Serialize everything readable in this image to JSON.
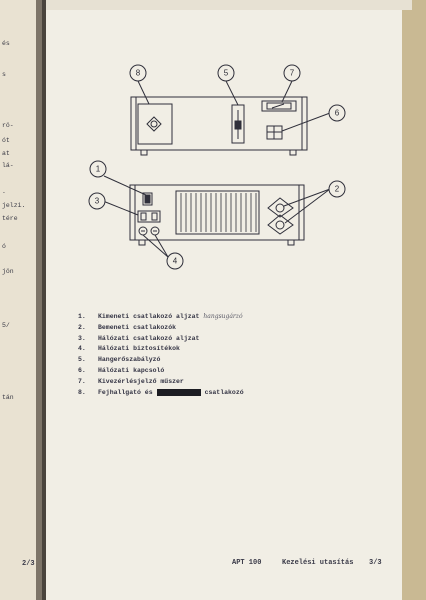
{
  "diagram": {
    "callouts": [
      "1",
      "2",
      "3",
      "4",
      "5",
      "6",
      "7",
      "8"
    ]
  },
  "legend": [
    {
      "num": "1.",
      "text": "Kimeneti csatlakozó aljzat",
      "note": "hangsugárzó"
    },
    {
      "num": "2.",
      "text": "Bemeneti csatlakozók"
    },
    {
      "num": "3.",
      "text": "Hálózati csatlakozó aljzat"
    },
    {
      "num": "4.",
      "text": "Hálózati biztosítékok"
    },
    {
      "num": "5.",
      "text": "Hangerőszabályzó"
    },
    {
      "num": "6.",
      "text": "Hálózati kapcsoló"
    },
    {
      "num": "7.",
      "text": "Kivezérlésjelző műszer"
    },
    {
      "num": "8.",
      "text": "Fejhallgató és",
      "text_after": "csatlakozó"
    }
  ],
  "footer": {
    "model": "APT 100",
    "title": "Kezelési utasítás",
    "page": "3/3",
    "prev_page": "2/3"
  },
  "left_page_fragments": [
    "és",
    "s",
    "rö-",
    "ót",
    "at",
    "lá-",
    ".",
    "jelzi.",
    "tére",
    "ó",
    "jön",
    "5/",
    "tán"
  ]
}
